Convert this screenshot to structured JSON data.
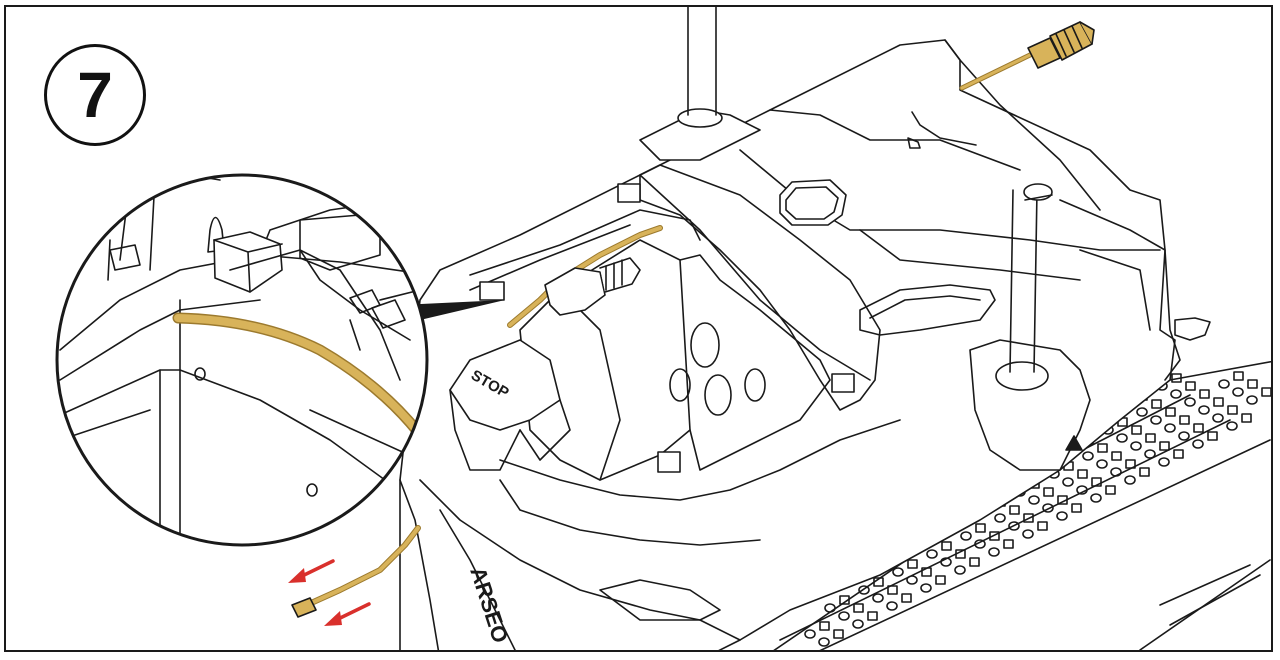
{
  "step": {
    "number": "7"
  },
  "labels": {
    "stop_button": "STOP",
    "brand": "ARSEO"
  },
  "colors": {
    "outline": "#1a1a1a",
    "cable": "#d8b35a",
    "cable_shadow": "#9c7a2e",
    "arrow": "#d9302c",
    "background": "#ffffff"
  },
  "icons": {
    "arrow": "pull-arrow-icon",
    "connector": "cable-connector-icon"
  }
}
